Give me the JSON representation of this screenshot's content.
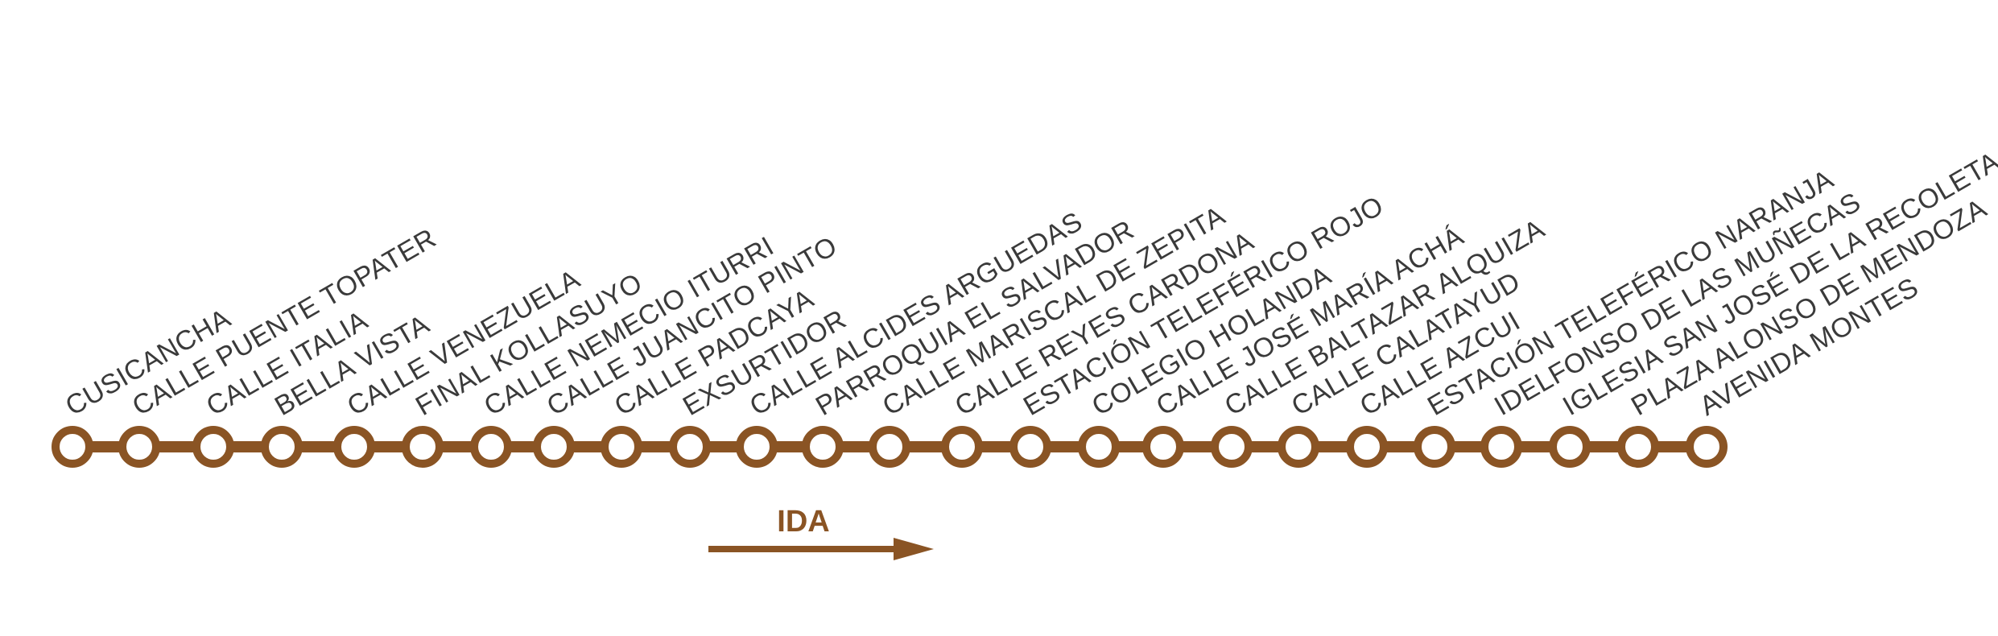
{
  "colors": {
    "route": "#8a5424",
    "stop_fill": "#ffffff",
    "label": "#3a3a3a"
  },
  "direction": {
    "label": "IDA",
    "arrow": "right-arrow-icon"
  },
  "stops": [
    "CUSICANCHA",
    "CALLE PUENTE TOPATER",
    "CALLE ITALIA",
    "BELLA VISTA",
    "CALLE VENEZUELA",
    "FINAL KOLLASUYO",
    "CALLE NEMECIO ITURRI",
    "CALLE JUANCITO PINTO",
    "CALLE PADCAYA",
    "EXSURTIDOR",
    "CALLE ALCIDES ARGUEDAS",
    "PARROQUIA EL SALVADOR",
    "CALLE MARISCAL DE ZEPITA",
    "CALLE REYES CARDONA",
    "ESTACIÓN TELEFÉRICO ROJO",
    "COLEGIO HOLANDA",
    "CALLE JOSÉ MARÍA ACHÁ",
    "CALLE BALTAZAR ALQUIZA",
    "CALLE CALATAYUD",
    "CALLE AZCUI",
    "ESTACIÓN TELEFÉRICO NARANJA",
    "IDELFONSO DE LAS MUÑECAS",
    "IGLESIA SAN JOSÉ DE LA RECOLETA",
    "PLAZA ALONSO DE MENDOZA",
    "AVENIDA MONTES"
  ]
}
